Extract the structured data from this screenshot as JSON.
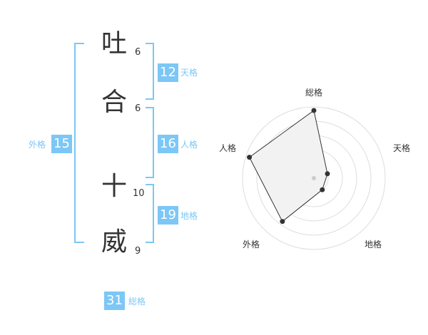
{
  "name_chars": [
    {
      "char": "吐",
      "strokes": "6"
    },
    {
      "char": "合",
      "strokes": "6"
    },
    {
      "char": "十",
      "strokes": "10"
    },
    {
      "char": "威",
      "strokes": "9"
    }
  ],
  "fortunes": {
    "tenkaku": {
      "value": "12",
      "label": "天格"
    },
    "jinkaku": {
      "value": "16",
      "label": "人格"
    },
    "chikaku": {
      "value": "19",
      "label": "地格"
    },
    "gaikaku": {
      "value": "15",
      "label": "外格"
    },
    "soukaku": {
      "value": "31",
      "label": "総格"
    }
  },
  "colors": {
    "accent": "#7cc7f6",
    "text": "#333333",
    "ring": "#dddddd",
    "fill": "#f2f2f2"
  },
  "chart_data": {
    "type": "radar",
    "axes": [
      "総格",
      "天格",
      "地格",
      "外格",
      "人格"
    ],
    "values": [
      0.95,
      0.2,
      0.2,
      0.75,
      0.95
    ],
    "max": 1,
    "rings": 5
  }
}
